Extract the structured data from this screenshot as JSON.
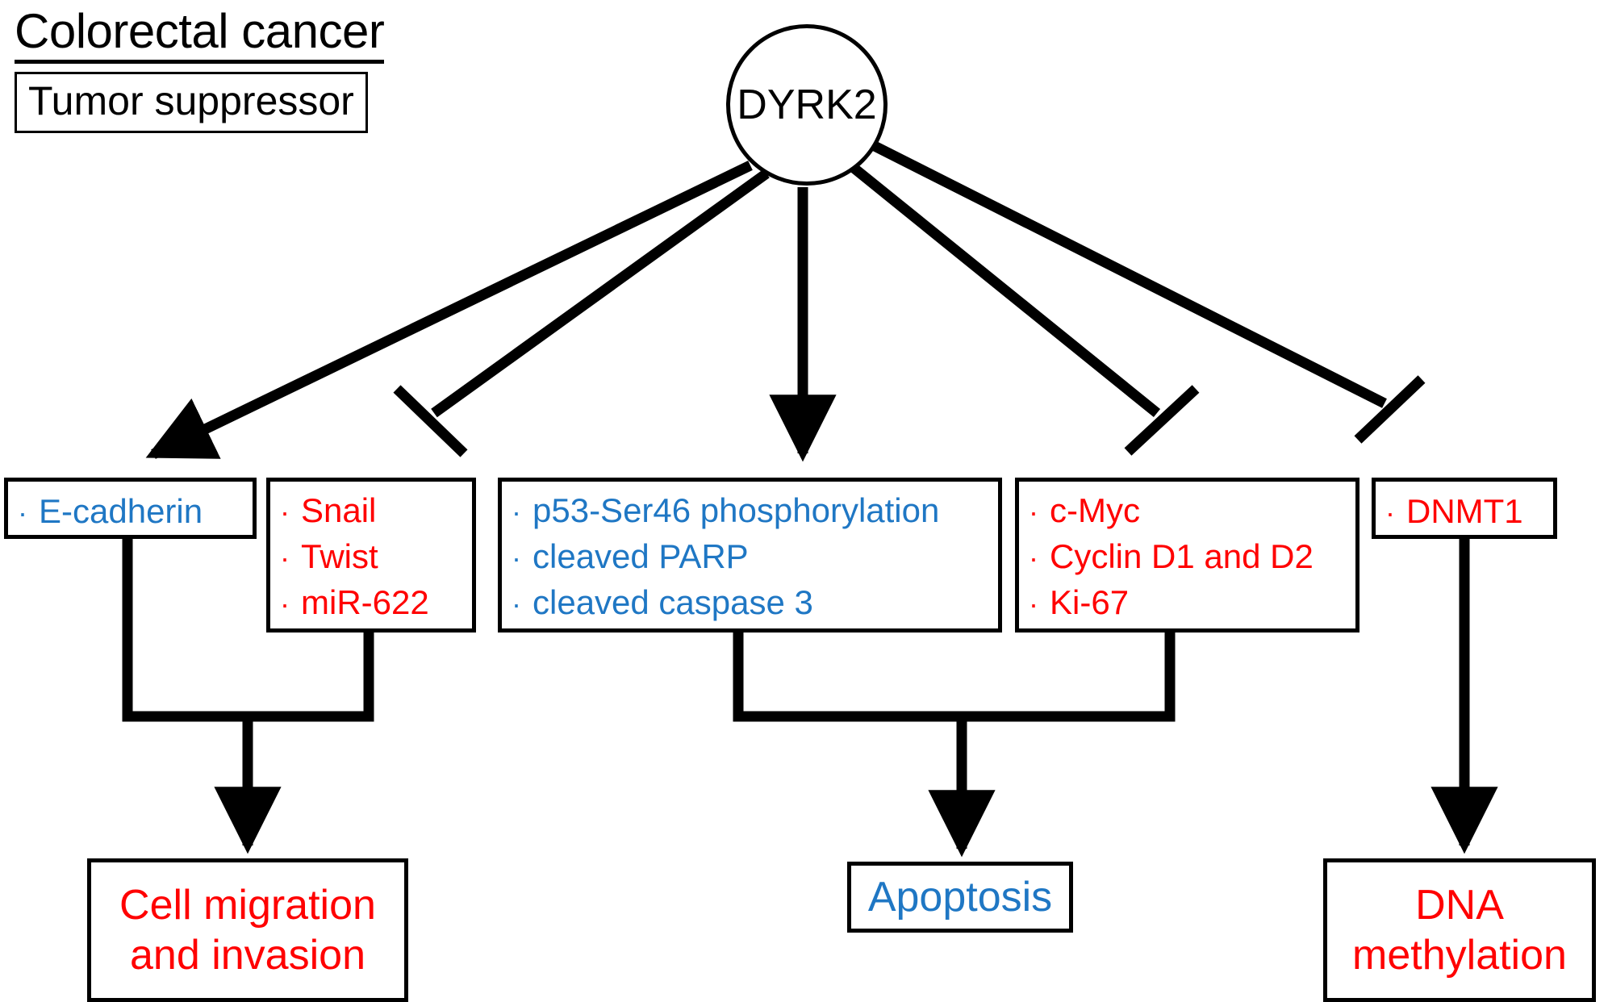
{
  "header": {
    "title": "Colorectal cancer",
    "role_box": "Tumor suppressor"
  },
  "colors": {
    "blue": "#1F77C4",
    "red": "#FF0000",
    "black": "#000000",
    "background": "#FFFFFF"
  },
  "node": {
    "label": "DYRK2"
  },
  "targets": [
    {
      "id": "e-cadherin",
      "edge": "activation",
      "items": [
        {
          "bullet": "·",
          "text": "E-cadherin",
          "color": "blue"
        }
      ]
    },
    {
      "id": "emt",
      "edge": "inhibition",
      "items": [
        {
          "bullet": "·",
          "text": "Snail",
          "color": "red"
        },
        {
          "bullet": "·",
          "text": "Twist",
          "color": "red"
        },
        {
          "bullet": "·",
          "text": "miR-622",
          "color": "red"
        }
      ]
    },
    {
      "id": "apoptosis-markers",
      "edge": "activation",
      "items": [
        {
          "bullet": "·",
          "text": "p53-Ser46 phosphorylation",
          "color": "blue"
        },
        {
          "bullet": "·",
          "text": "cleaved PARP",
          "color": "blue"
        },
        {
          "bullet": "·",
          "text": "cleaved caspase 3",
          "color": "blue"
        }
      ]
    },
    {
      "id": "proliferation",
      "edge": "inhibition",
      "items": [
        {
          "bullet": "·",
          "text": "c-Myc",
          "color": "red"
        },
        {
          "bullet": "·",
          "text": "Cyclin D1 and D2",
          "color": "red"
        },
        {
          "bullet": "·",
          "text": "Ki-67",
          "color": "red"
        }
      ]
    },
    {
      "id": "dnmt1",
      "edge": "inhibition",
      "items": [
        {
          "bullet": "·",
          "text": "DNMT1",
          "color": "red"
        }
      ]
    }
  ],
  "outcomes": [
    {
      "id": "cell-migration",
      "color": "red",
      "lines": [
        "Cell migration",
        "and invasion"
      ]
    },
    {
      "id": "apoptosis",
      "color": "blue",
      "lines": [
        "Apoptosis"
      ]
    },
    {
      "id": "dna-methylation",
      "color": "red",
      "lines": [
        "DNA",
        "methylation"
      ]
    }
  ]
}
